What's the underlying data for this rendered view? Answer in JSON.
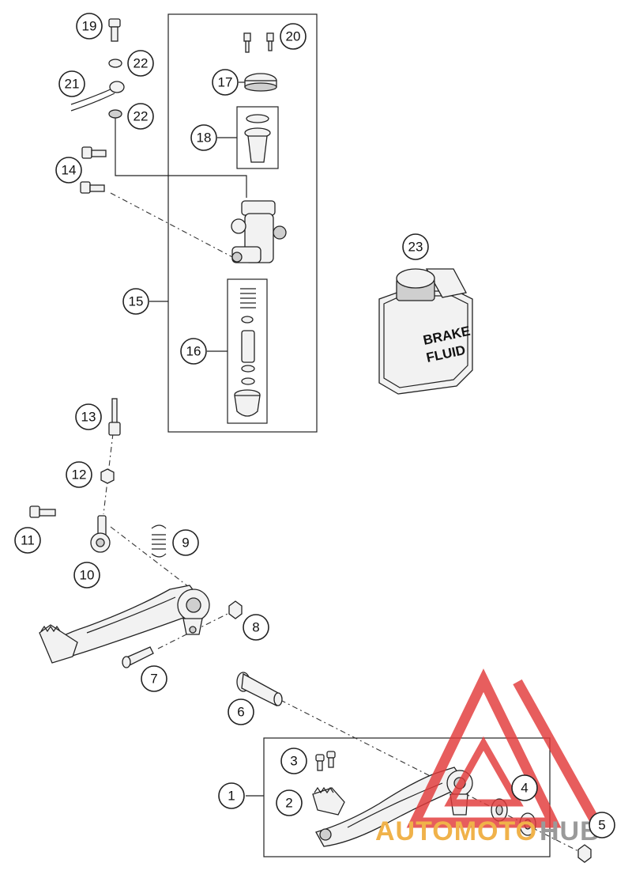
{
  "diagram": {
    "container_label": "15",
    "parts": [
      "1",
      "2",
      "3",
      "4",
      "5",
      "6",
      "7",
      "8",
      "9",
      "10",
      "11",
      "12",
      "13",
      "14",
      "15",
      "16",
      "17",
      "18",
      "19",
      "20",
      "21",
      "22",
      "23"
    ],
    "fluid_label_line1": "BRAKE",
    "fluid_label_line2": "FLUID"
  },
  "watermark": {
    "prefix": "AUTOMOTO",
    "suffix": "HUB",
    "prefix_color": "#f0b24a",
    "suffix_color": "#9a9a9a",
    "logo_color": "#e23a3a"
  }
}
